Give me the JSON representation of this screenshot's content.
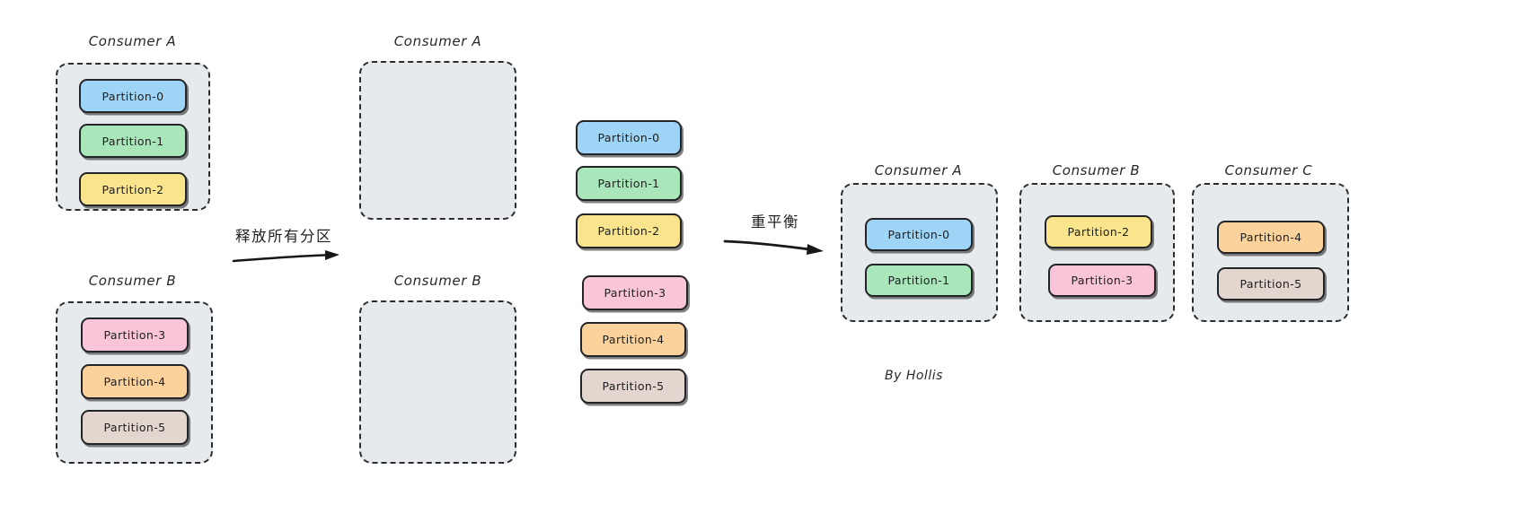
{
  "diagram": {
    "title_credit": "By Hollis",
    "palette": {
      "partition_0": "#9ED5F6",
      "partition_1": "#A9E7BB",
      "partition_2": "#FAE48C",
      "partition_3": "#FAC5D9",
      "partition_4": "#FBD29B",
      "partition_5": "#E3D6CF",
      "container_fill": "#E6EAEC",
      "stroke": "#232427",
      "background": "#FFFFFF"
    }
  },
  "stage_before": {
    "groups": [
      {
        "label": "Consumer A",
        "partitions": [
          {
            "label": "Partition-0",
            "color": "#9ED5F6"
          },
          {
            "label": "Partition-1",
            "color": "#A9E7BB"
          },
          {
            "label": "Partition-2",
            "color": "#FAE48C"
          }
        ]
      },
      {
        "label": "Consumer B",
        "partitions": [
          {
            "label": "Partition-3",
            "color": "#FAC5D9"
          },
          {
            "label": "Partition-4",
            "color": "#FBD29B"
          },
          {
            "label": "Partition-5",
            "color": "#E3D6CF"
          }
        ]
      }
    ]
  },
  "transition_1": {
    "label": "释放所有分区"
  },
  "stage_empty": {
    "groups": [
      {
        "label": "Consumer A",
        "partitions": []
      },
      {
        "label": "Consumer B",
        "partitions": []
      }
    ]
  },
  "stage_pool": {
    "partitions": [
      {
        "label": "Partition-0",
        "color": "#9ED5F6"
      },
      {
        "label": "Partition-1",
        "color": "#A9E7BB"
      },
      {
        "label": "Partition-2",
        "color": "#FAE48C"
      },
      {
        "label": "Partition-3",
        "color": "#FAC5D9"
      },
      {
        "label": "Partition-4",
        "color": "#FBD29B"
      },
      {
        "label": "Partition-5",
        "color": "#E3D6CF"
      }
    ]
  },
  "transition_2": {
    "label": "重平衡"
  },
  "stage_after": {
    "groups": [
      {
        "label": "Consumer A",
        "partitions": [
          {
            "label": "Partition-0",
            "color": "#9ED5F6"
          },
          {
            "label": "Partition-1",
            "color": "#A9E7BB"
          }
        ]
      },
      {
        "label": "Consumer B",
        "partitions": [
          {
            "label": "Partition-2",
            "color": "#FAE48C"
          },
          {
            "label": "Partition-3",
            "color": "#FAC5D9"
          }
        ]
      },
      {
        "label": "Consumer C",
        "partitions": [
          {
            "label": "Partition-4",
            "color": "#FBD29B"
          },
          {
            "label": "Partition-5",
            "color": "#E3D6CF"
          }
        ]
      }
    ]
  }
}
